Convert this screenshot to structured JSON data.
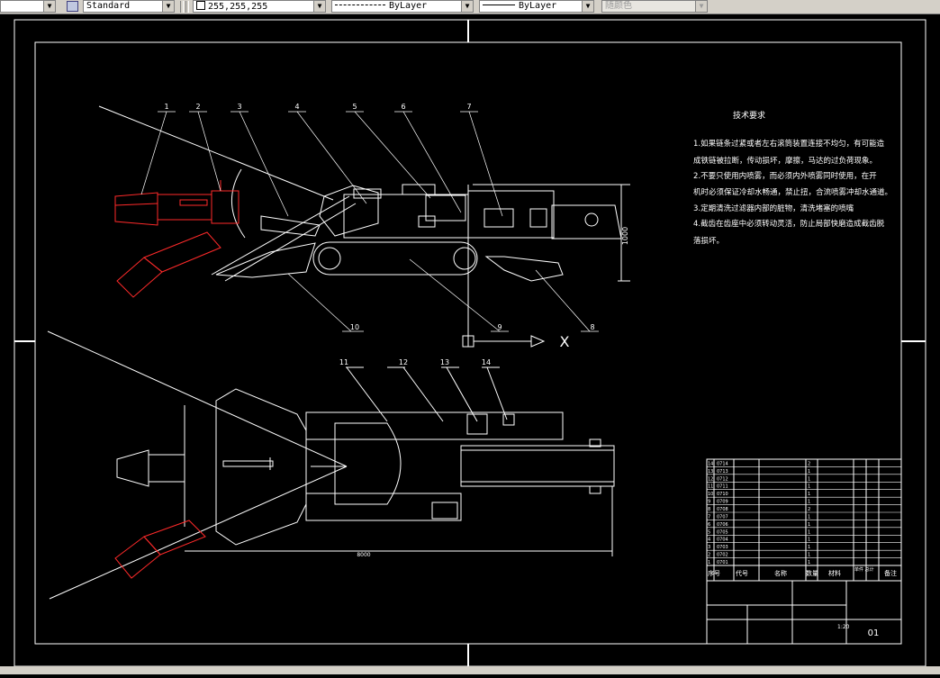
{
  "toolbar": {
    "text_style": "Standard",
    "color_value": "255,255,255",
    "linetype": "ByLayer",
    "lineweight": "ByLayer",
    "plot_style": "随颜色"
  },
  "drawing": {
    "tech_title": "技术要求",
    "tech_lines": [
      "1.如果链条过紧或者左右滚筒装置连接不均匀，有可能造",
      "成铁链被拉断，传动损坏，摩擦，马达的过负荷现象。",
      "2.不要只使用内喷雾，而必须内外喷雾同时使用，在开",
      "机时必须保证冷却水畅通，禁止扭，合流喷雾冲却水通道。",
      "3.定期清洗过滤器内部的脏物，清洗堵塞的喷嘴",
      "4.截齿在齿座中必须转动灵活，防止局部快磨造成截齿脱",
      "落损坏。"
    ],
    "balloons_top": [
      "1",
      "2",
      "3",
      "4",
      "5",
      "6",
      "7"
    ],
    "balloons_mid": [
      "10",
      "9",
      "8"
    ],
    "balloons_bottom": [
      "11",
      "12",
      "13",
      "14"
    ],
    "dim_height": "1000",
    "dim_length": "8000",
    "ucs_label": "X"
  },
  "bom": {
    "rows": [
      [
        "14",
        "0714",
        "",
        "2"
      ],
      [
        "13",
        "0713",
        "",
        "1"
      ],
      [
        "12",
        "0712",
        "",
        "1"
      ],
      [
        "11",
        "0711",
        "",
        "1"
      ],
      [
        "10",
        "0710",
        "",
        "1"
      ],
      [
        "9",
        "0709",
        "",
        "1"
      ],
      [
        "8",
        "0708",
        "",
        "2"
      ],
      [
        "7",
        "0707",
        "",
        "1"
      ],
      [
        "6",
        "0706",
        "",
        "1"
      ],
      [
        "5",
        "0705",
        "",
        "1"
      ],
      [
        "4",
        "0704",
        "",
        "1"
      ],
      [
        "3",
        "0703",
        "",
        "1"
      ],
      [
        "2",
        "0702",
        "",
        "1"
      ],
      [
        "1",
        "0701",
        "",
        "1"
      ]
    ],
    "headers": [
      "序号",
      "代号",
      "名称",
      "数量",
      "材料",
      "单件 总计",
      "备注"
    ],
    "drawing_no": "01",
    "scale": "1:20"
  }
}
